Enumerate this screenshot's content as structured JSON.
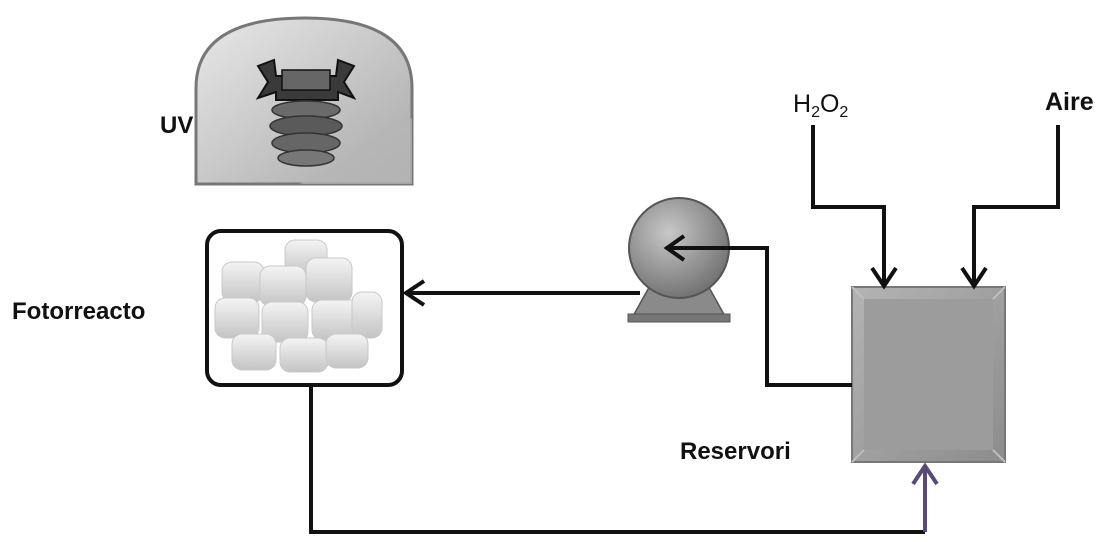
{
  "labels": {
    "uv": "UV",
    "fotorreactor": "Fotorreacto",
    "reservorio": "Reservori",
    "aire": "Aire",
    "h2o2": {
      "h": "H",
      "sub1": "2",
      "o": "O",
      "sub2": "2"
    }
  },
  "colors": {
    "line": "#111111",
    "return_arrow_tip": "#5a4a78",
    "equipment_fill": "#9a9a9a",
    "lamp_housing": "#cfcfcf",
    "tubes": "#e6e6e6"
  }
}
